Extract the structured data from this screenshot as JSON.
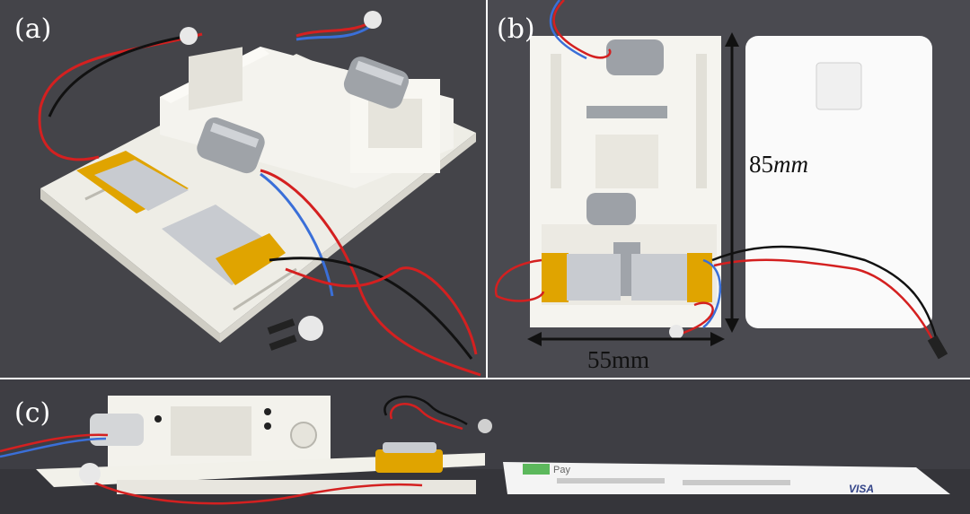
{
  "panels": {
    "a": {
      "label": "(a)"
    },
    "b": {
      "label": "(b)"
    },
    "c": {
      "label": "(c)"
    }
  },
  "dimensions": {
    "height_value": "85",
    "height_unit": "mm",
    "width_label": "55mm"
  },
  "card_brand": "VISA",
  "card_pay": "Pay",
  "colors": {
    "background": "#3d3d42",
    "plastic": "#f2f1ea",
    "battery": "#e0a400",
    "wire_red": "#d42020",
    "wire_blue": "#3a6fd8",
    "wire_black": "#111111"
  }
}
